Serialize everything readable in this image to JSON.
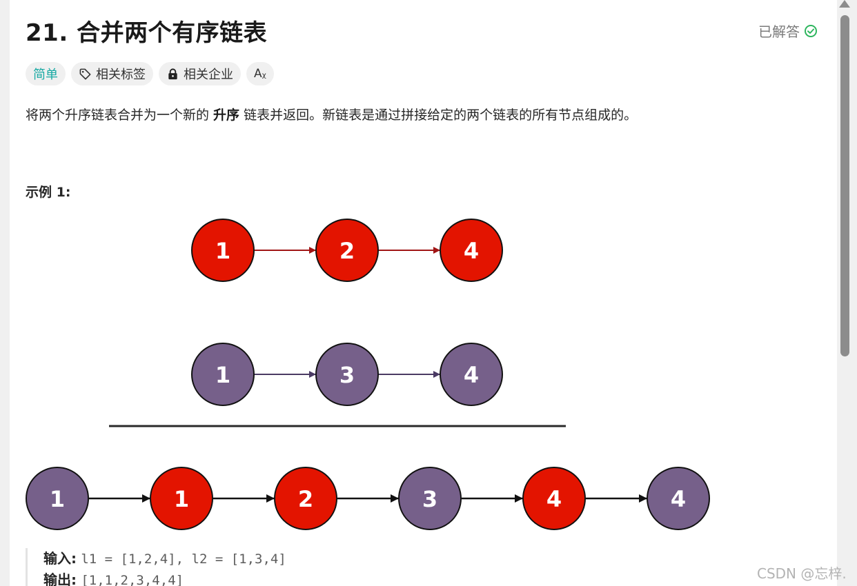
{
  "problem": {
    "title": "21. 合并两个有序链表",
    "status_label": "已解答",
    "tags": [
      {
        "label": "简单",
        "icon": "none"
      },
      {
        "label": "相关标签",
        "icon": "tag-icon"
      },
      {
        "label": "相关企业",
        "icon": "lock-icon"
      },
      {
        "label": "",
        "icon": "translate-icon",
        "glyph": "Aᵪ"
      }
    ],
    "description": {
      "before": "将两个升序链表合并为一个新的 ",
      "bold": "升序",
      "after": " 链表并返回。新链表是通过拼接给定的两个链表的所有节点组成的。"
    },
    "example_title": "示例 1:",
    "example": {
      "input_label": "输入:",
      "input_value": "l1 = [1,2,4], l2 = [1,3,4]",
      "output_label": "输出:",
      "output_value": "[1,1,2,3,4,4]"
    }
  },
  "diagram": {
    "list1": [
      "1",
      "2",
      "4"
    ],
    "list2": [
      "1",
      "3",
      "4"
    ],
    "merged": [
      {
        "value": "1",
        "color": "purple"
      },
      {
        "value": "1",
        "color": "red"
      },
      {
        "value": "2",
        "color": "red"
      },
      {
        "value": "3",
        "color": "purple"
      },
      {
        "value": "4",
        "color": "red"
      },
      {
        "value": "4",
        "color": "purple"
      }
    ],
    "colors": {
      "red": "#e31400",
      "purple": "#76608a",
      "red_arrow": "#a01414",
      "purple_arrow": "#4a3a63",
      "black_arrow": "#111111"
    }
  },
  "watermark": "CSDN @忘梓."
}
